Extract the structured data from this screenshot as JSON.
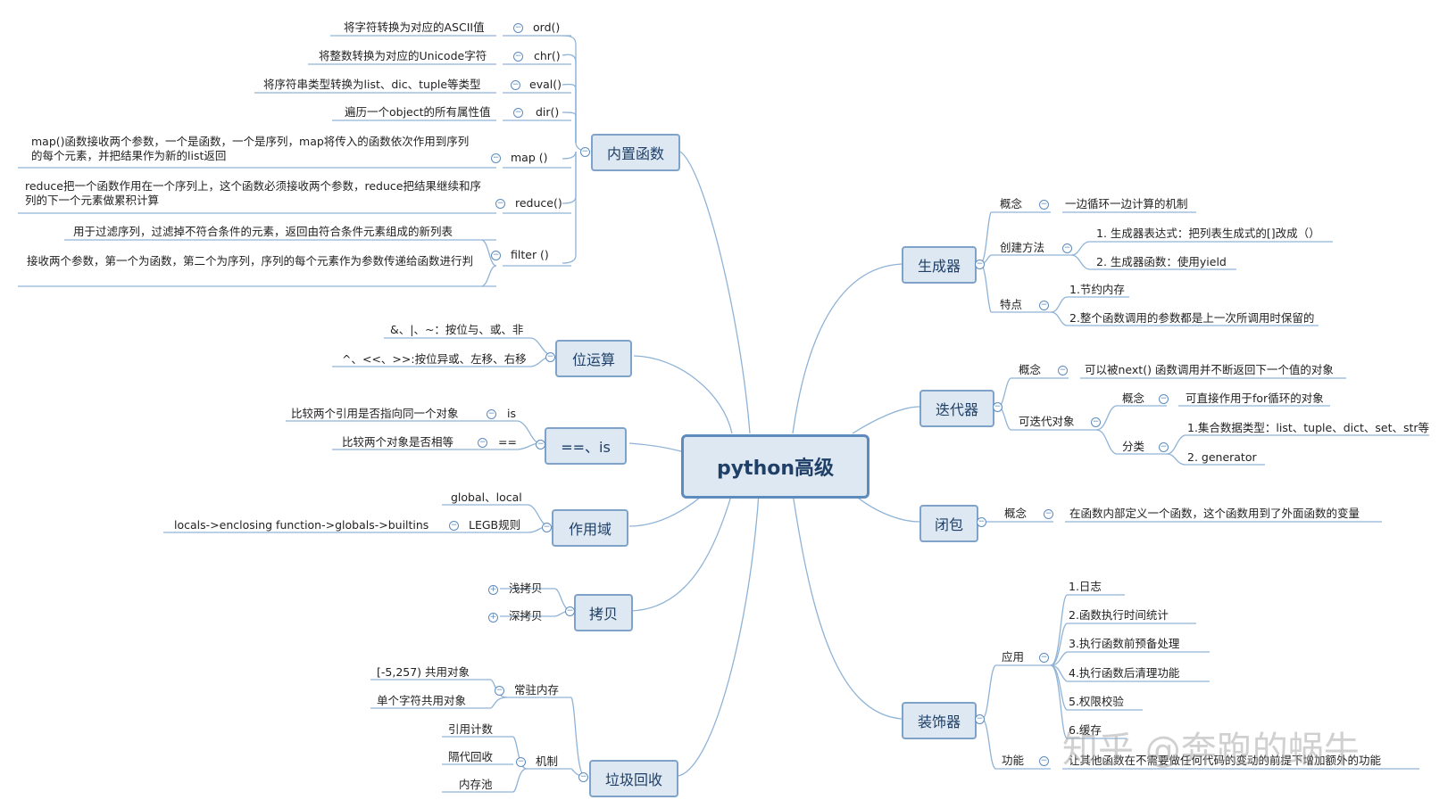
{
  "central": "python高级",
  "branches": {
    "builtins": {
      "label": "内置函数",
      "items": [
        {
          "name": "ord()",
          "desc": "将字符转换为对应的ASCII值"
        },
        {
          "name": "chr()",
          "desc": "将整数转换为对应的Unicode字符"
        },
        {
          "name": "eval()",
          "desc": "将序符串类型转换为list、dic、tuple等类型"
        },
        {
          "name": "dir()",
          "desc": "遍历一个object的所有属性值"
        },
        {
          "name": "map  ()",
          "desc": "map()函数接收两个参数，一个是函数，一个是序列，map将传入的函数依次作用到序列的每个元素，并把结果作为新的list返回"
        },
        {
          "name": "reduce()",
          "desc": "reduce把一个函数作用在一个序列上，这个函数必须接收两个参数，reduce把结果继续和序列的下一个元素做累积计算"
        },
        {
          "name": "filter  ()",
          "desc1": "用于过滤序列，过滤掉不符合条件的元素，返回由符合条件元素组成的新列表",
          "desc2": "接收两个参数，第一个为函数，第二个为序列，序列的每个元素作为参数传递给函数进行判"
        }
      ]
    },
    "bitops": {
      "label": "位运算",
      "items": [
        "&、|、~：按位与、或、非",
        "^、<<、>>:按位异或、左移、右移"
      ]
    },
    "eqis": {
      "label": "==、is",
      "items": [
        {
          "name": "is",
          "desc": "比较两个引用是否指向同一个对象"
        },
        {
          "name": "==",
          "desc": "比较两个对象是否相等"
        }
      ]
    },
    "scope": {
      "label": "作用域",
      "items": [
        {
          "name": "global、local"
        },
        {
          "name": "LEGB规则",
          "desc": "locals->enclosing function->globals->builtins"
        }
      ]
    },
    "copy": {
      "label": "拷贝",
      "items": [
        "浅拷贝",
        "深拷贝"
      ]
    },
    "gc": {
      "label": "垃圾回收",
      "resident": {
        "name": "常驻内存",
        "items": [
          "[-5,257) 共用对象",
          "单个字符共用对象"
        ]
      },
      "mechanism": {
        "name": "机制",
        "items": [
          "引用计数",
          "隔代回收",
          "内存池"
        ]
      }
    },
    "generator": {
      "label": "生成器",
      "concept": {
        "name": "概念",
        "desc": "一边循环一边计算的机制"
      },
      "create": {
        "name": "创建方法",
        "items": [
          "1. 生成器表达式：把列表生成式的[]改成（）",
          "2. 生成器函数：使用yield"
        ]
      },
      "feature": {
        "name": "特点",
        "items": [
          "1.节约内存",
          "2.整个函数调用的参数都是上一次所调用时保留的"
        ]
      }
    },
    "iterator": {
      "label": "迭代器",
      "concept": {
        "name": "概念",
        "desc": "可以被next() 函数调用并不断返回下一个值的对象"
      },
      "iterable": {
        "name": "可迭代对象",
        "concept": {
          "name": "概念",
          "desc": "可直接作用于for循环的对象"
        },
        "category": {
          "name": "分类",
          "items": [
            "1.集合数据类型：list、tuple、dict、set、str等",
            "2. generator"
          ]
        }
      }
    },
    "closure": {
      "label": "闭包",
      "concept": {
        "name": "概念",
        "desc": "在函数内部定义一个函数，这个函数用到了外面函数的变量"
      }
    },
    "decorator": {
      "label": "装饰器",
      "usage": {
        "name": "应用",
        "items": [
          "1.日志",
          "2.函数执行时间统计",
          "3.执行函数前预备处理",
          "4.执行函数后清理功能",
          "5.权限校验",
          "6.缓存"
        ]
      },
      "function": {
        "name": "功能",
        "desc": "让其他函数在不需要做任何代码的变动的前提下增加额外的功能"
      }
    }
  },
  "watermark": "知乎 @奔跑的蜗牛",
  "colors": {
    "line": "#8fb3d6",
    "box_fill": "#dde8f3",
    "box_border": "#7fa3c8",
    "central_border": "#5d8bbd",
    "text": "#222222"
  }
}
